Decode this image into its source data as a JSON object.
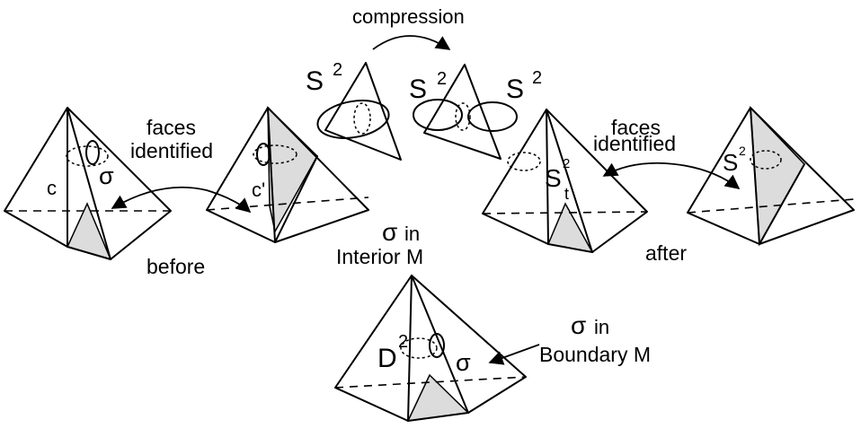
{
  "labels": {
    "compression": "compression",
    "faces_identified_left_1": "faces",
    "faces_identified_left_2": "identified",
    "faces_identified_right_1": "faces",
    "faces_identified_right_2": "identified",
    "c": "c",
    "sigma": "σ",
    "c_prime": "c'",
    "before": "before",
    "sigma_in_interior": "σ",
    "in_interior": "in",
    "interior_m": "Interior M",
    "after": "after",
    "s_letter": "S",
    "sup_2": "2",
    "sub_t": "t",
    "d_letter": "D",
    "sigma_bd": "σ",
    "in_boundary": "in",
    "boundary_m": "Boundary M",
    "sigma_bottom": "σ"
  },
  "colors": {
    "shade": "#dcdcdc",
    "ink": "#000000"
  }
}
